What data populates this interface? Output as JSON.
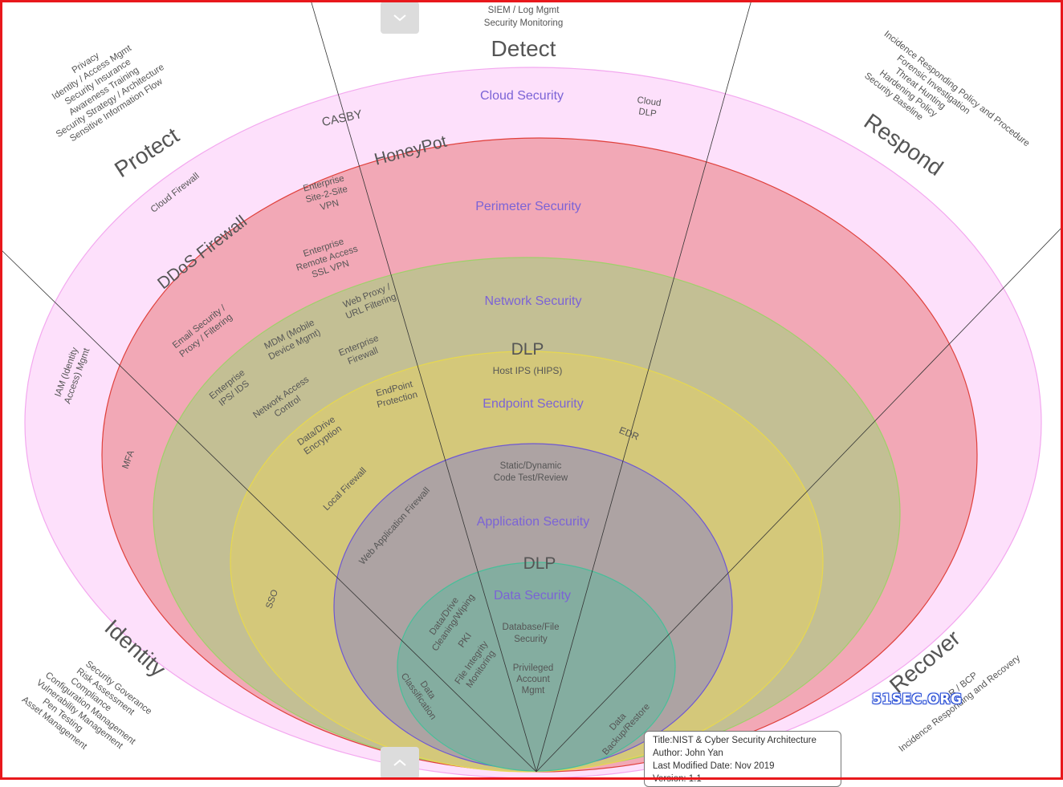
{
  "functions": {
    "detect": "Detect",
    "protect": "Protect",
    "respond": "Respond",
    "identity": "Identity",
    "recover": "Recover"
  },
  "rings": {
    "cloud": "Cloud Security",
    "perimeter": "Perimeter Security",
    "network": "Network Security",
    "endpoint": "Endpoint Security",
    "application": "Application Security",
    "data": "Data Security"
  },
  "detect_items": {
    "line1": "SIEM / Log Mgmt",
    "line2": "Security Monitoring"
  },
  "protect_items": [
    "Privacy",
    "Identity / Access Mgmt",
    "Security Insurance",
    "Awareness Training",
    "Security Strategy / Architecture",
    "Sensitive Information Flow"
  ],
  "respond_items": [
    "Incidence Responding Policy and Procedure",
    "Forensic Investigation",
    "Threat Hunting",
    "Hardening Policy",
    "Security Baseline"
  ],
  "identity_items": [
    "Security Goverance",
    "Risk Assessment",
    "Compliance",
    "Configuration Management",
    "Vulnerability Management",
    "Pen Testing",
    "Asset Management"
  ],
  "recover_items": [
    "DR / BCP",
    "Incidence Responding and Recovery"
  ],
  "labels": {
    "casby": "CASBY",
    "cloud_dlp": [
      "Cloud",
      "DLP"
    ],
    "honeypot": "HoneyPot",
    "cloud_firewall": "Cloud Firewall",
    "ddos": "DDoS Firewall",
    "iam": [
      "IAM (Identity",
      "Access) Mgmt"
    ],
    "mfa": "MFA",
    "site_vpn": [
      "Enterprise",
      "Site-2-Site",
      "VPN"
    ],
    "ssl_vpn": [
      "Enterprise",
      "Remote Access",
      "SSL VPN"
    ],
    "email_security": [
      "Email Security /",
      "Proxy / Filtering"
    ],
    "web_proxy": [
      "Web Proxy /",
      "URL Filtering"
    ],
    "mdm": [
      "MDM (Mobile",
      "Device Mgmt)"
    ],
    "ent_firewall": [
      "Enterprise",
      "Firewall"
    ],
    "ips_ids": [
      "Enterprise",
      "IPS/ IDS"
    ],
    "nac": [
      "Network Access",
      "Control"
    ],
    "dlp_network": "DLP",
    "hips": "Host IPS (HIPS)",
    "endpoint_protection": [
      "EndPoint",
      "Protection"
    ],
    "drive_encryption": [
      "Data/Drive",
      "Encryption"
    ],
    "edr": "EDR",
    "local_firewall": "Local Firewall",
    "sso": "SSO",
    "code_test": [
      "Static/Dynamic",
      "Code Test/Review"
    ],
    "waf": "Web Application Firewall",
    "dlp_app": "DLP",
    "drive_wiping": [
      "Data/Drive",
      "Cleaning/Wiping"
    ],
    "db_security": [
      "Database/File",
      "Security"
    ],
    "pki": "PKI",
    "file_integrity": [
      "File Integrity",
      "Monitoring"
    ],
    "pam": [
      "Privileged",
      "Account",
      "Mgmt"
    ],
    "data_classification": [
      "Data",
      "Classification"
    ],
    "data_backup": [
      "Data",
      "Backup/Restore"
    ]
  },
  "info": {
    "title": "Title:NIST & Cyber Security Architecture",
    "author": "Author: John Yan",
    "modified": "Last Modified Date: Nov 2019",
    "version": "Version: 1.1"
  },
  "watermark": "51SEC.ORG",
  "colors": {
    "cloud": "#fde0fb",
    "perimeter": "#f2a8b6",
    "network": "#c3bf94",
    "endpoint": "#d4c87a",
    "application": "#ada3a3",
    "data": "#84ada0",
    "ring_title": "#7b63d6",
    "frame": "#e8181c"
  }
}
